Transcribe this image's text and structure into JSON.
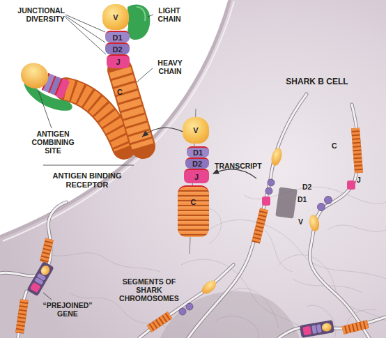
{
  "diagram": {
    "nodes": [
      {
        "text": [
          "V"
        ]
      },
      {
        "text": [
          "D1"
        ]
      },
      {
        "text": [
          "D2"
        ]
      },
      {
        "text": [
          "J"
        ]
      },
      {
        "text": [
          "C"
        ]
      },
      {
        "text": [
          "V"
        ]
      },
      {
        "text": [
          "D1"
        ]
      },
      {
        "text": [
          "D2"
        ]
      },
      {
        "text": [
          "J"
        ]
      },
      {
        "text": [
          "C"
        ]
      }
    ],
    "edges": [
      {
        "from": 5,
        "to": 4,
        "arrow": "to"
      }
    ],
    "labels": [
      "JUNCTIONAL DIVERSITY",
      "LIGHT CHAIN",
      "HEAVY CHAIN",
      "ANTIGEN COMBINING SITE",
      "ANTIGEN BINDING RECEPTOR",
      "SHARK B CELL",
      "TRANSCRIPT",
      "C",
      "J",
      "D2",
      "D1",
      "V",
      "“PREJOINED” GENE",
      "SEGMENTS OF SHARK CHROMOSOMES"
    ]
  }
}
